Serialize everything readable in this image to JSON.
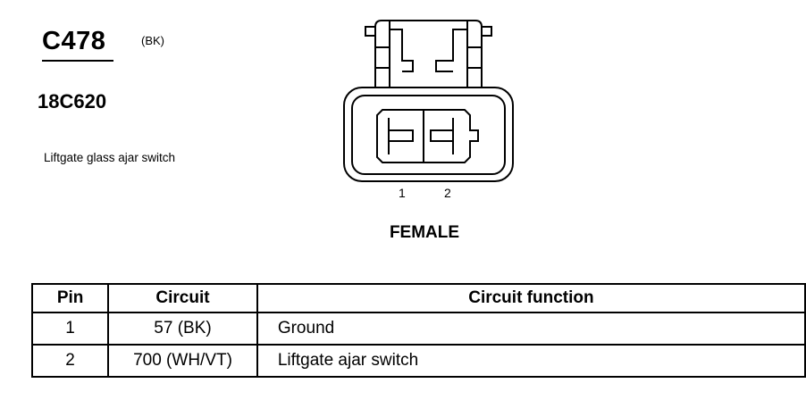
{
  "connector": {
    "id": "C478",
    "color_code": "(BK)",
    "part_number": "18C620",
    "description": "Liftgate glass ajar switch",
    "view": "FEMALE",
    "pin_labels": [
      "1",
      "2"
    ]
  },
  "table": {
    "headers": [
      "Pin",
      "Circuit",
      "Circuit function"
    ],
    "rows": [
      {
        "pin": "1",
        "circuit": "57 (BK)",
        "function": "Ground"
      },
      {
        "pin": "2",
        "circuit": "700 (WH/VT)",
        "function": "Liftgate ajar switch"
      }
    ]
  }
}
